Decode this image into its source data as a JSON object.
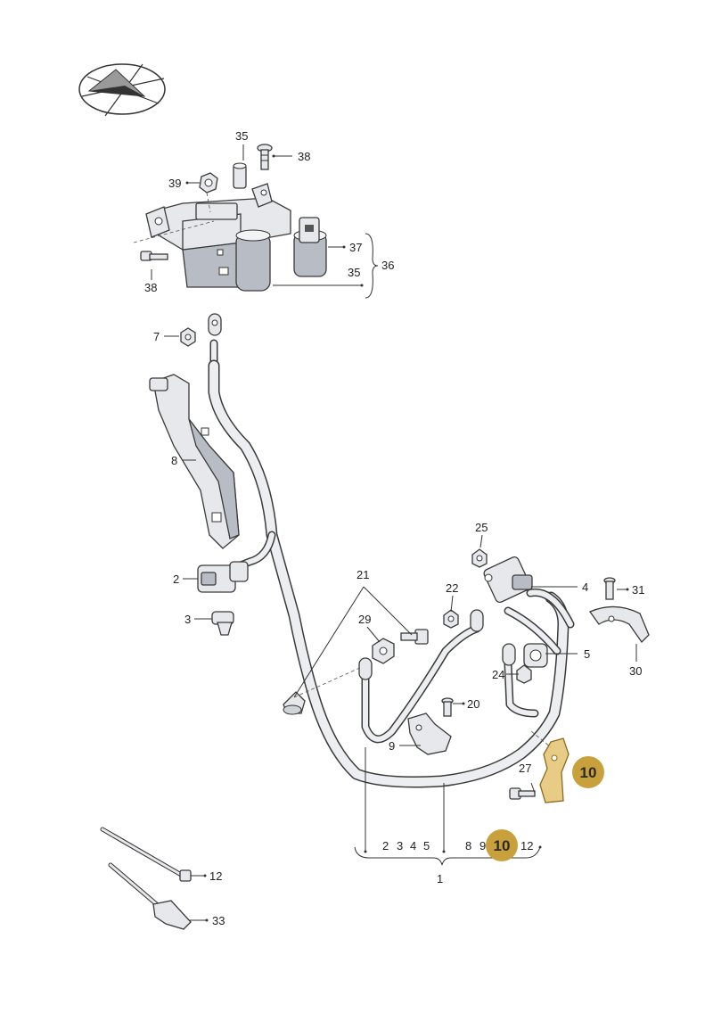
{
  "labels": {
    "l35_top": "35",
    "l38_top": "38",
    "l39": "39",
    "l37": "37",
    "l35_right": "35",
    "l36": "36",
    "l38_left": "38",
    "l7": "7",
    "l8": "8",
    "l2": "2",
    "l3": "3",
    "l21": "21",
    "l29": "29",
    "l22": "22",
    "l25": "25",
    "l4": "4",
    "l31": "31",
    "l30": "30",
    "l5": "5",
    "l24": "24",
    "l20": "20",
    "l9": "9",
    "l27": "27",
    "l12": "12",
    "l33": "33",
    "l1": "1",
    "sub_2": "2",
    "sub_3": "3",
    "sub_4": "4",
    "sub_5": "5",
    "sub_8": "8",
    "sub_9": "9",
    "sub_12": "12"
  },
  "highlight": {
    "label": "10",
    "color": "#c9a13c"
  }
}
